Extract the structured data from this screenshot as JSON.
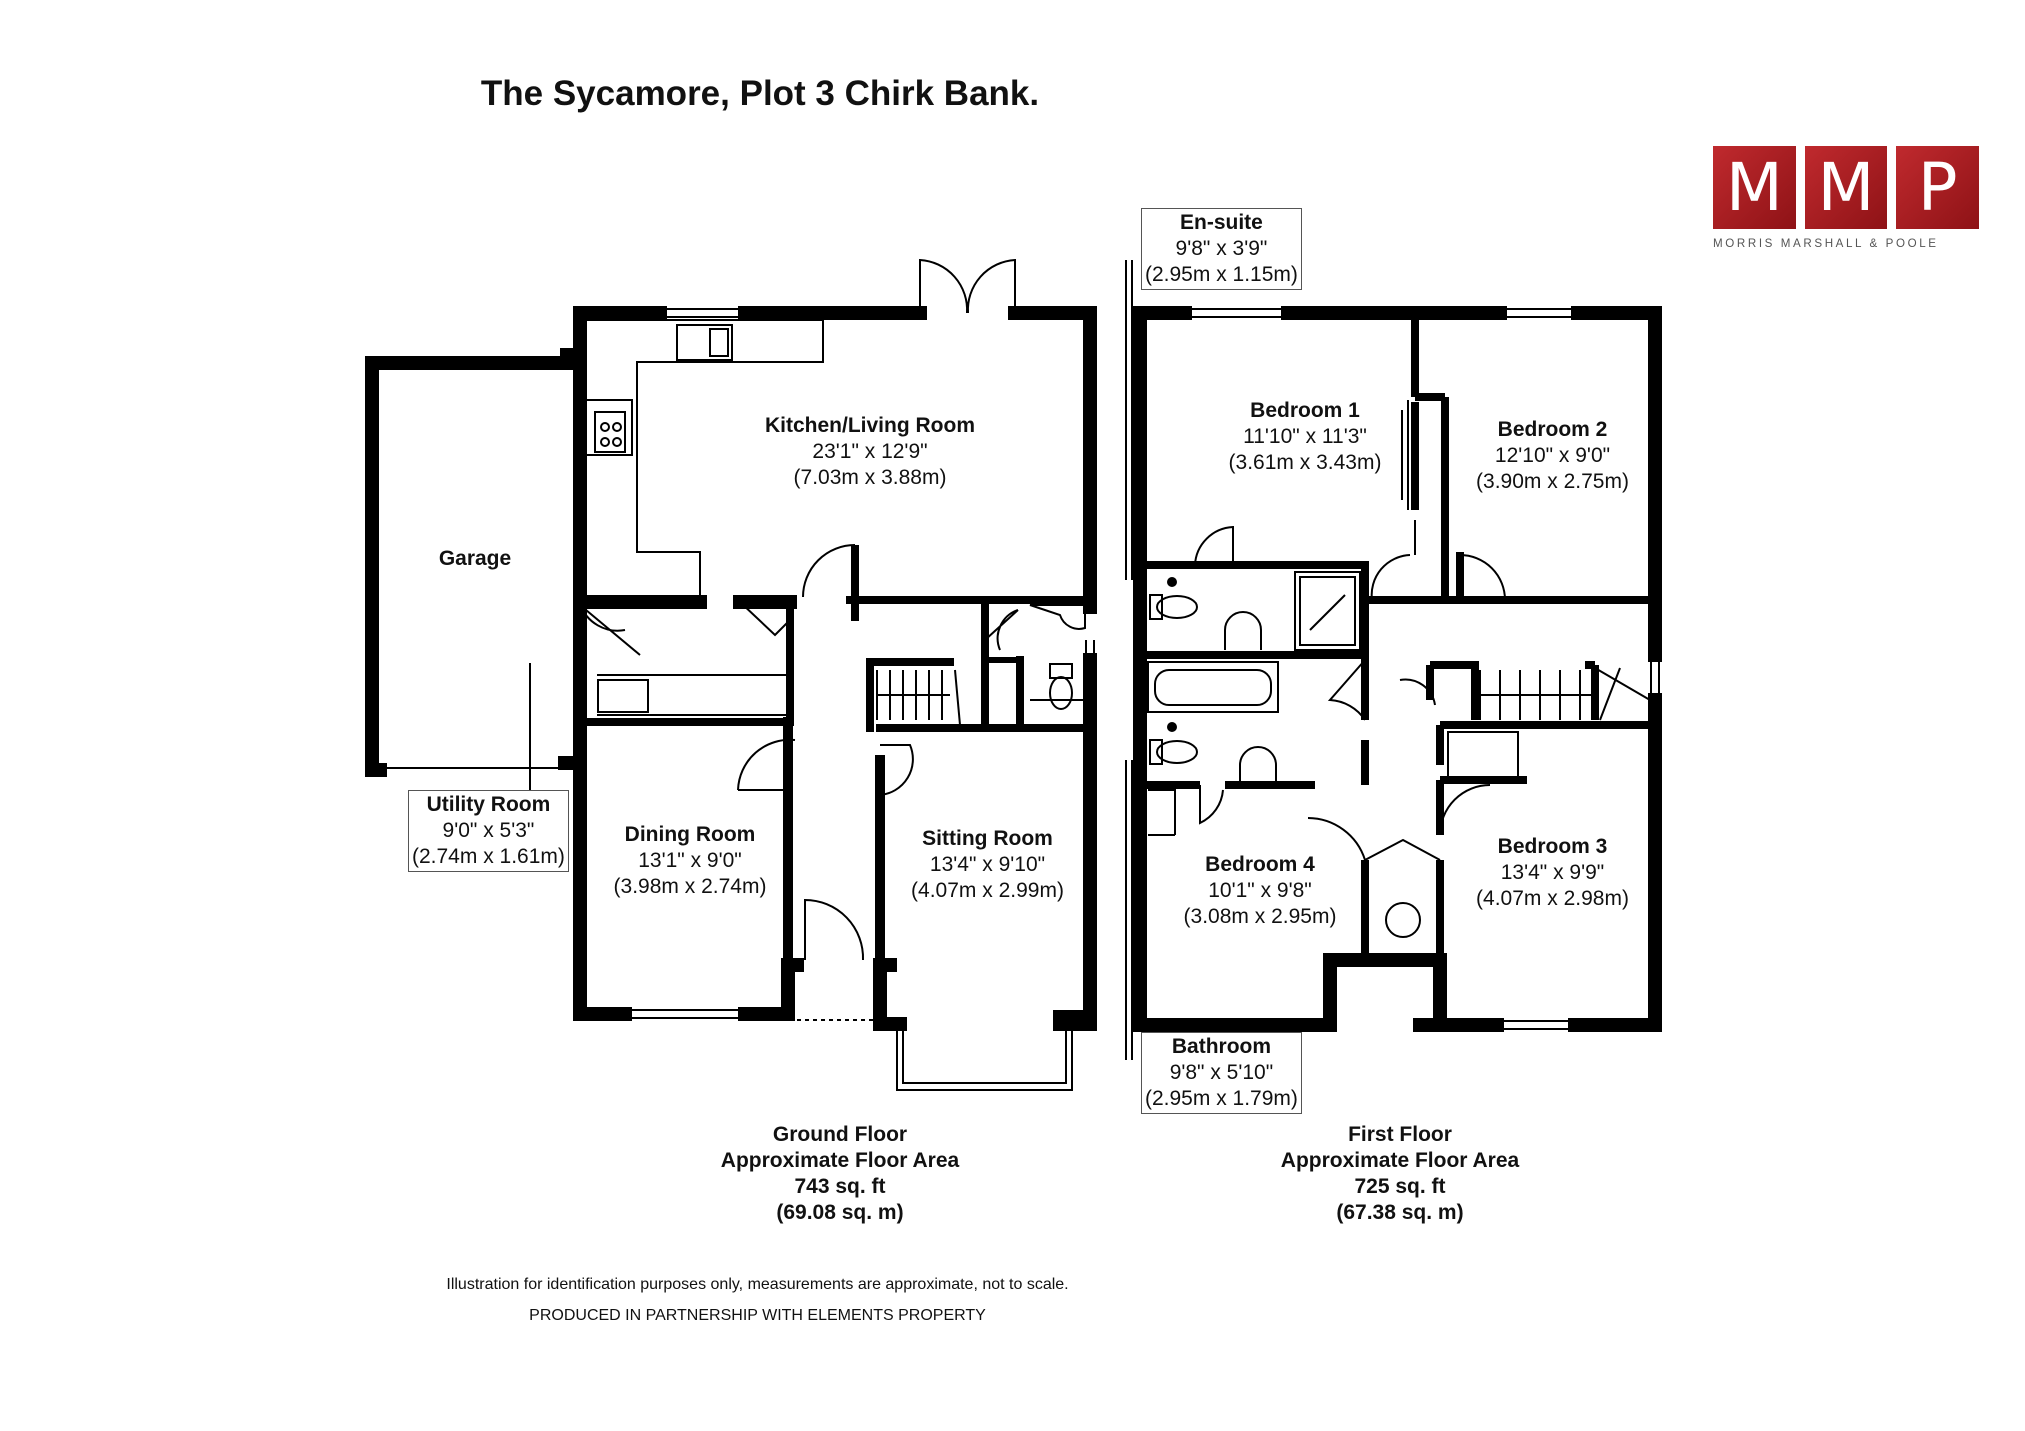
{
  "title": "The Sycamore, Plot 3 Chirk Bank.",
  "logo": {
    "letters": [
      "M",
      "M",
      "P"
    ],
    "subtitle": "MORRIS MARSHALL & POOLE",
    "color": "#b01f24"
  },
  "rooms": {
    "kitchen": {
      "name": "Kitchen/Living Room",
      "imperial": "23'1\" x 12'9\"",
      "metric": "(7.03m x 3.88m)"
    },
    "garage": {
      "name": "Garage"
    },
    "utility": {
      "name": "Utility Room",
      "imperial": "9'0\" x 5'3\"",
      "metric": "(2.74m x 1.61m)"
    },
    "dining": {
      "name": "Dining Room",
      "imperial": "13'1\" x 9'0\"",
      "metric": "(3.98m x 2.74m)"
    },
    "sitting": {
      "name": "Sitting Room",
      "imperial": "13'4\" x 9'10\"",
      "metric": "(4.07m x 2.99m)"
    },
    "ensuite": {
      "name": "En-suite",
      "imperial": "9'8\" x 3'9\"",
      "metric": "(2.95m x 1.15m)"
    },
    "bedroom1": {
      "name": "Bedroom 1",
      "imperial": "11'10\" x 11'3\"",
      "metric": "(3.61m x 3.43m)"
    },
    "bedroom2": {
      "name": "Bedroom 2",
      "imperial": "12'10\" x 9'0\"",
      "metric": "(3.90m x 2.75m)"
    },
    "bedroom3": {
      "name": "Bedroom 3",
      "imperial": "13'4\" x 9'9\"",
      "metric": "(4.07m x 2.98m)"
    },
    "bedroom4": {
      "name": "Bedroom 4",
      "imperial": "10'1\" x 9'8\"",
      "metric": "(3.08m x 2.95m)"
    },
    "bathroom": {
      "name": "Bathroom",
      "imperial": "9'8\" x 5'10\"",
      "metric": "(2.95m x 1.79m)"
    }
  },
  "floors": {
    "ground": {
      "name": "Ground Floor",
      "caption": "Approximate Floor Area",
      "sqft": "743 sq. ft",
      "sqm": "(69.08 sq. m)"
    },
    "first": {
      "name": "First Floor",
      "caption": "Approximate Floor Area",
      "sqft": "725 sq. ft",
      "sqm": "(67.38 sq. m)"
    }
  },
  "disclaimer": "Illustration for identification purposes only, measurements are approximate, not to scale.",
  "credit": "PRODUCED IN PARTNERSHIP WITH ELEMENTS PROPERTY"
}
